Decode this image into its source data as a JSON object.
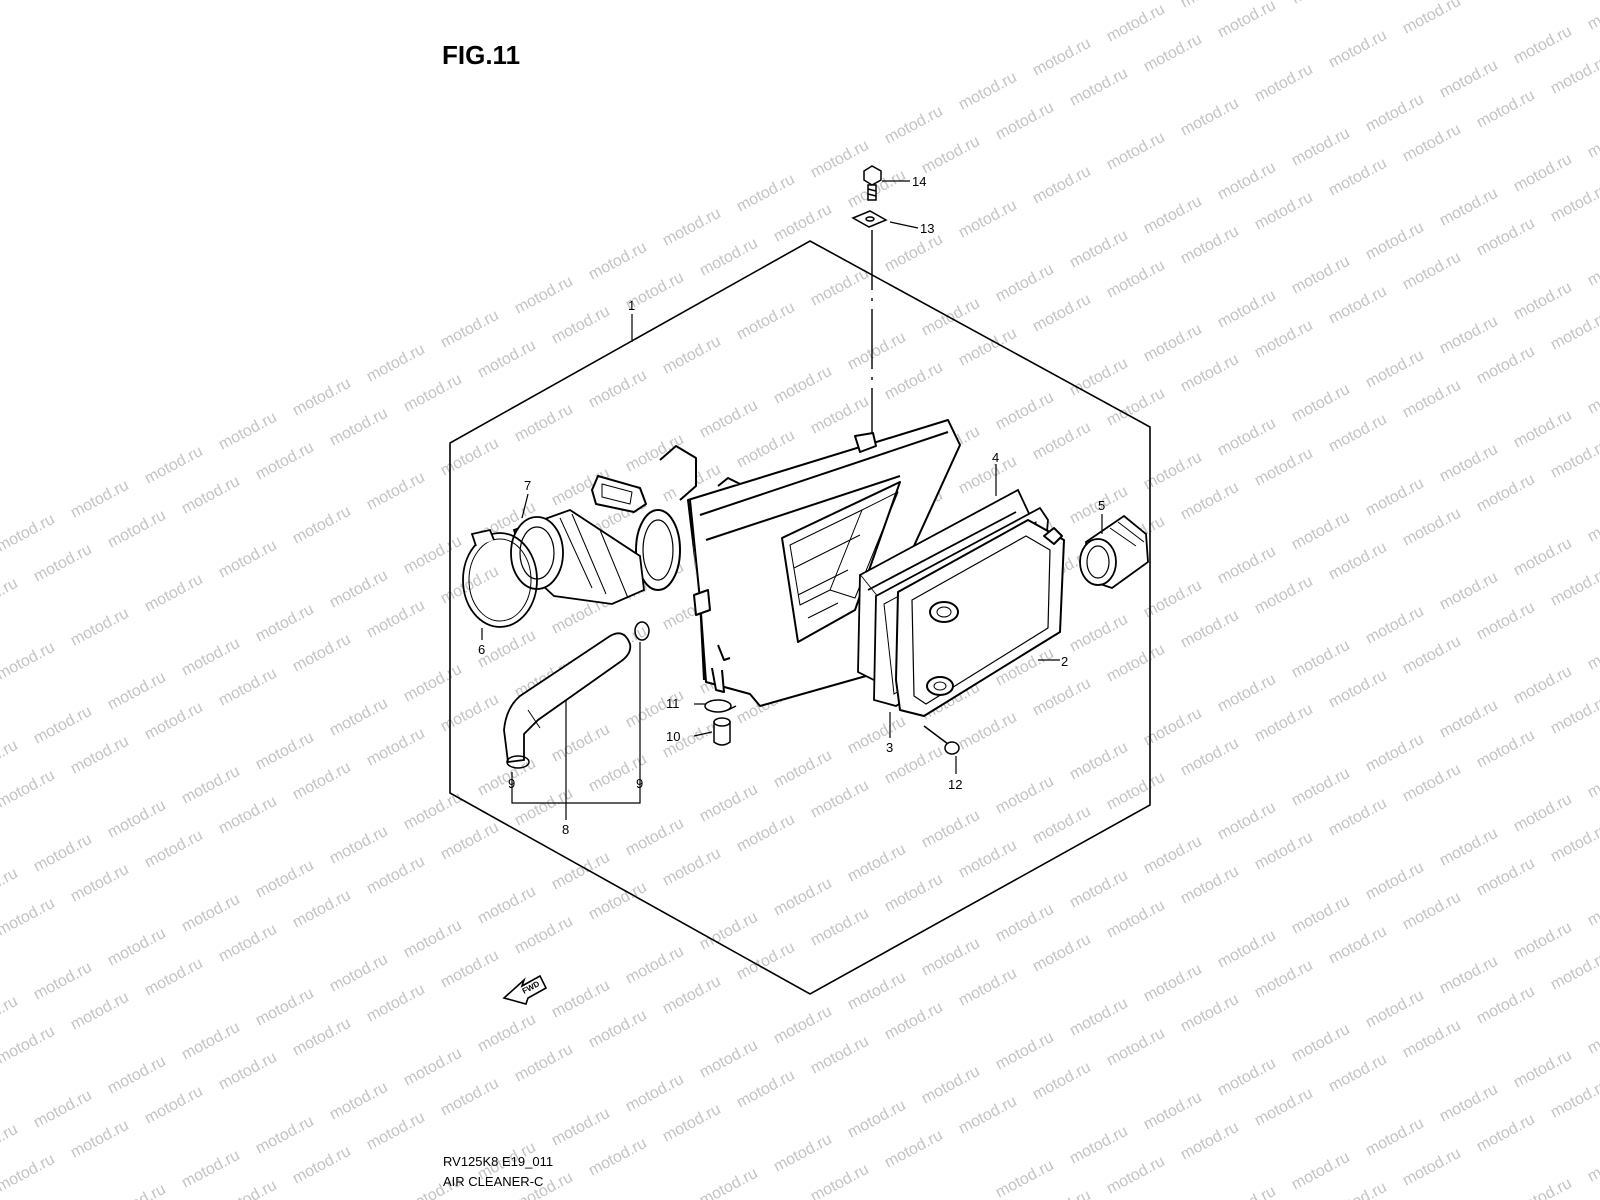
{
  "figure": {
    "title": "FIG.11",
    "diagram_code": "RV125K8 E19_011",
    "part_group": "AIR CLEANER-C",
    "watermark": "motod.ru",
    "fwd_label": "FWD"
  },
  "callouts": [
    "1",
    "2",
    "3",
    "4",
    "5",
    "6",
    "7",
    "8",
    "9",
    "9",
    "10",
    "11",
    "12",
    "13",
    "14"
  ],
  "colors": {
    "line": "#000000",
    "watermark": "#c4c4c4",
    "background": "#ffffff"
  }
}
